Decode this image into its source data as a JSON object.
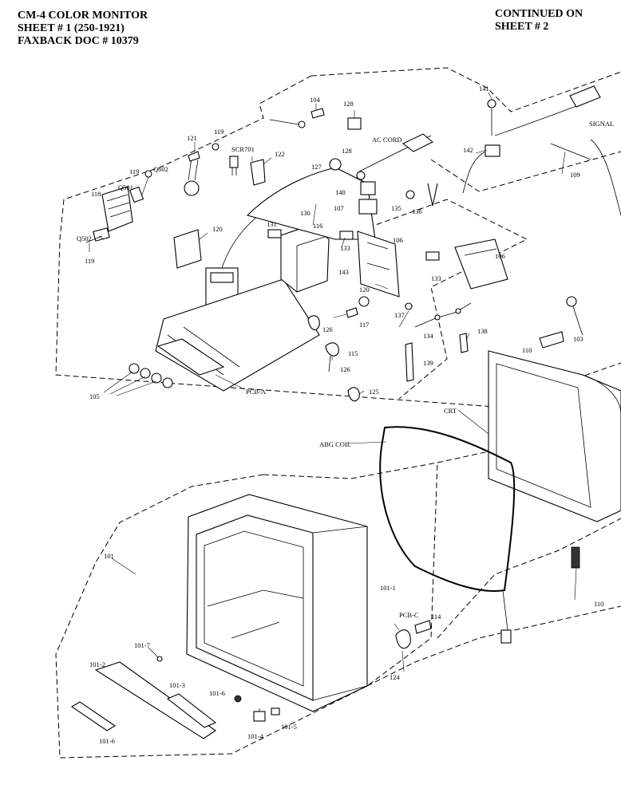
{
  "header": {
    "lines": [
      "CM-4 COLOR MONITOR",
      "SHEET # 1   (250-1921)",
      "FAXBACK DOC # 10379"
    ],
    "continued": [
      "CONTINUED ON",
      "SHEET # 2"
    ]
  },
  "labels": [
    {
      "id": "p104",
      "text": "104"
    },
    {
      "id": "p128a",
      "text": "128"
    },
    {
      "id": "p141",
      "text": "141"
    },
    {
      "id": "signal",
      "text": "SIGNAL"
    },
    {
      "id": "p119a",
      "text": "119"
    },
    {
      "id": "p121",
      "text": "121"
    },
    {
      "id": "scr701",
      "text": "SCR701"
    },
    {
      "id": "p122",
      "text": "122"
    },
    {
      "id": "p127",
      "text": "127"
    },
    {
      "id": "p128b",
      "text": "128"
    },
    {
      "id": "accord",
      "text": "AC CORD"
    },
    {
      "id": "p142",
      "text": "142"
    },
    {
      "id": "p109",
      "text": "109"
    },
    {
      "id": "q602",
      "text": "Q602"
    },
    {
      "id": "p119b",
      "text": "119"
    },
    {
      "id": "q501",
      "text": "Q501"
    },
    {
      "id": "p118",
      "text": "118"
    },
    {
      "id": "p140",
      "text": "140"
    },
    {
      "id": "p107",
      "text": "107"
    },
    {
      "id": "p135",
      "text": "135"
    },
    {
      "id": "p136",
      "text": "136"
    },
    {
      "id": "q502",
      "text": "Q502"
    },
    {
      "id": "p120a",
      "text": "120"
    },
    {
      "id": "p130",
      "text": "130"
    },
    {
      "id": "p131",
      "text": "131"
    },
    {
      "id": "p116",
      "text": "116"
    },
    {
      "id": "p133a",
      "text": "133"
    },
    {
      "id": "p106a",
      "text": "106"
    },
    {
      "id": "p106b",
      "text": "106"
    },
    {
      "id": "p119c",
      "text": "119"
    },
    {
      "id": "p143",
      "text": "143"
    },
    {
      "id": "p133b",
      "text": "133"
    },
    {
      "id": "p120b",
      "text": "120"
    },
    {
      "id": "p117",
      "text": "117"
    },
    {
      "id": "p137",
      "text": "137"
    },
    {
      "id": "p134",
      "text": "134"
    },
    {
      "id": "p138",
      "text": "138"
    },
    {
      "id": "p103",
      "text": "103"
    },
    {
      "id": "p110a",
      "text": "110"
    },
    {
      "id": "p126a",
      "text": "126"
    },
    {
      "id": "p115",
      "text": "115"
    },
    {
      "id": "p126b",
      "text": "126"
    },
    {
      "id": "p139",
      "text": "139"
    },
    {
      "id": "p105",
      "text": "105"
    },
    {
      "id": "pcba",
      "text": "PCB-A"
    },
    {
      "id": "p125",
      "text": "125"
    },
    {
      "id": "crt",
      "text": "CRT"
    },
    {
      "id": "abgcoil",
      "text": "ABG COIL"
    },
    {
      "id": "p101",
      "text": "101"
    },
    {
      "id": "p101_1",
      "text": "101-1"
    },
    {
      "id": "pcbc",
      "text": "PCB-C"
    },
    {
      "id": "p114",
      "text": "114"
    },
    {
      "id": "p110b",
      "text": "110"
    },
    {
      "id": "p101_7",
      "text": "101-7"
    },
    {
      "id": "p124",
      "text": "124"
    },
    {
      "id": "p101_2",
      "text": "101-2"
    },
    {
      "id": "p101_3",
      "text": "101-3"
    },
    {
      "id": "p101_6",
      "text": "101-6"
    },
    {
      "id": "p101_8",
      "text": "101-6"
    },
    {
      "id": "p101_4",
      "text": "101-4"
    },
    {
      "id": "p101_5",
      "text": "101-5"
    }
  ]
}
